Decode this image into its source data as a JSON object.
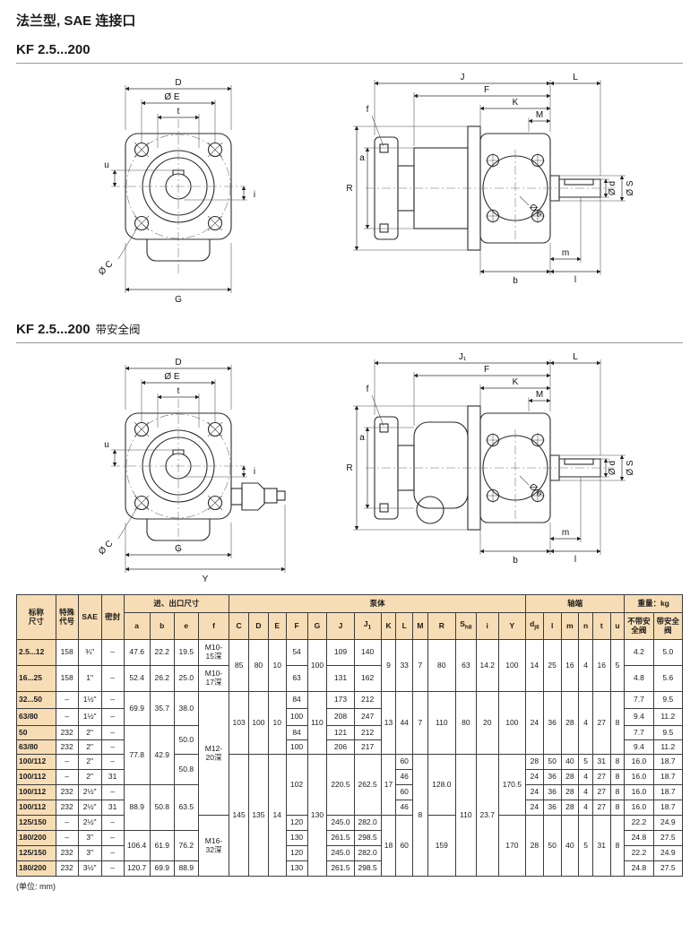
{
  "page": {
    "title": "法兰型, SAE 连接口",
    "footer": "(单位: mm)"
  },
  "colors": {
    "table_header_bg": "#f7ddb5"
  },
  "sections": [
    {
      "title": "KF 2.5...200",
      "suffix": ""
    },
    {
      "title": "KF 2.5...200",
      "suffix": "带安全阀"
    }
  ],
  "dims": {
    "D": "D",
    "OE": "Ø E",
    "t": "t",
    "u": "u",
    "i": "i",
    "OC": "Ø C",
    "G": "G",
    "Y": "Y",
    "J": "J",
    "J1": "J₁",
    "F": "F",
    "K": "K",
    "M": "M",
    "L": "L",
    "f": "f",
    "R": "R",
    "a": "a",
    "Od": "Ø d",
    "OS": "Ø S",
    "Oe": "Ø e",
    "b": "b",
    "m": "m",
    "l": "l"
  },
  "table": {
    "header": [
      [
        {
          "t": "标称\n尺寸",
          "rs": 2
        },
        {
          "t": "特殊\n代号",
          "rs": 2
        },
        {
          "t": "SAE",
          "rs": 2
        },
        {
          "t": "密封",
          "rs": 2
        },
        {
          "t": "进、出口尺寸",
          "cs": 4
        },
        {
          "t": "泵体",
          "cs": 14
        },
        {
          "t": "轴端",
          "cs": 6
        },
        {
          "t": "重量：kg",
          "cs": 2
        }
      ],
      [
        "a",
        "b",
        "e",
        "f",
        "C",
        "D",
        "E",
        "F",
        "G",
        "J",
        {
          "t": "J",
          "sub": "1"
        },
        "K",
        "L",
        "M",
        "R",
        {
          "t": "S",
          "sub": "h8"
        },
        "i",
        "Y",
        {
          "t": "d",
          "sub": "j6"
        },
        "l",
        "m",
        "n",
        "t",
        "u",
        {
          "t": "不带安\n全阀"
        },
        {
          "t": "带安全\n阀"
        }
      ]
    ],
    "rows": [
      [
        {
          "t": "2.5...12",
          "cls": "hl"
        },
        "158",
        "¾\"",
        "–",
        "47.6",
        "22.2",
        "19.5",
        {
          "t": "M10-\n15深"
        },
        {
          "t": "85",
          "rs": 2
        },
        {
          "t": "80",
          "rs": 2
        },
        {
          "t": "10",
          "rs": 2
        },
        "54",
        {
          "t": "100",
          "rs": 2
        },
        "109",
        "140",
        {
          "t": "9",
          "rs": 2
        },
        {
          "t": "33",
          "rs": 2
        },
        {
          "t": "7",
          "rs": 2
        },
        {
          "t": "80",
          "rs": 2
        },
        {
          "t": "63",
          "rs": 2
        },
        {
          "t": "14.2",
          "rs": 2
        },
        {
          "t": "100",
          "rs": 2
        },
        {
          "t": "14",
          "rs": 2
        },
        {
          "t": "25",
          "rs": 2
        },
        {
          "t": "16",
          "rs": 2
        },
        {
          "t": "4",
          "rs": 2
        },
        {
          "t": "16",
          "rs": 2
        },
        {
          "t": "5",
          "rs": 2
        },
        "4.2",
        "5.0"
      ],
      [
        {
          "t": "16...25",
          "cls": "hl"
        },
        "158",
        "1\"",
        "–",
        "52.4",
        "26.2",
        "25.0",
        {
          "t": "M10-\n17深"
        },
        "63",
        "131",
        "162",
        "4.8",
        "5.6"
      ],
      [
        {
          "t": "32...50",
          "cls": "hl"
        },
        "–",
        "1½\"",
        "–",
        {
          "t": "69.9",
          "rs": 2
        },
        {
          "t": "35.7",
          "rs": 2
        },
        {
          "t": "38.0",
          "rs": 2
        },
        {
          "t": "M12-\n20深",
          "rs": 8
        },
        {
          "t": "103",
          "rs": 4
        },
        {
          "t": "100",
          "rs": 4
        },
        {
          "t": "10",
          "rs": 4
        },
        "84",
        {
          "t": "110",
          "rs": 4
        },
        "173",
        "212",
        {
          "t": "13",
          "rs": 4
        },
        {
          "t": "44",
          "rs": 4
        },
        {
          "t": "7",
          "rs": 4
        },
        {
          "t": "110",
          "rs": 4
        },
        {
          "t": "80",
          "rs": 4
        },
        {
          "t": "20",
          "rs": 4
        },
        {
          "t": "100",
          "rs": 4
        },
        {
          "t": "24",
          "rs": 4
        },
        {
          "t": "36",
          "rs": 4
        },
        {
          "t": "28",
          "rs": 4
        },
        {
          "t": "4",
          "rs": 4
        },
        {
          "t": "27",
          "rs": 4
        },
        {
          "t": "8",
          "rs": 4
        },
        "7.7",
        "9.5"
      ],
      [
        {
          "t": "63/80",
          "cls": "hl"
        },
        "–",
        "1½\"",
        "–",
        "100",
        "208",
        "247",
        "9.4",
        "11.2"
      ],
      [
        {
          "t": "50",
          "cls": "hl"
        },
        "232",
        "2\"",
        "–",
        {
          "t": "77.8",
          "rs": 4
        },
        {
          "t": "42.9",
          "rs": 4
        },
        {
          "t": "50.0",
          "rs": 2
        },
        "84",
        "121",
        "212",
        "7.7",
        "9.5"
      ],
      [
        {
          "t": "63/80",
          "cls": "hl"
        },
        "232",
        "2\"",
        "–",
        "100",
        "206",
        "217",
        "9.4",
        "11.2"
      ],
      [
        {
          "t": "100/112",
          "cls": "hl"
        },
        "–",
        "2\"",
        "–",
        {
          "t": "50.8",
          "rs": 2
        },
        {
          "t": "145",
          "rs": 8
        },
        {
          "t": "135",
          "rs": 8
        },
        {
          "t": "14",
          "rs": 8
        },
        {
          "t": "102",
          "rs": 4
        },
        {
          "t": "130",
          "rs": 8
        },
        {
          "t": "220.5",
          "rs": 4
        },
        {
          "t": "262.5",
          "rs": 4
        },
        {
          "t": "17",
          "rs": 4
        },
        "60",
        {
          "t": "8",
          "rs": 8
        },
        {
          "t": "128.0",
          "rs": 4
        },
        {
          "t": "110",
          "rs": 8
        },
        {
          "t": "23.7",
          "rs": 8
        },
        {
          "t": "170.5",
          "rs": 4
        },
        "28",
        "50",
        "40",
        "5",
        "31",
        "8",
        "16.0",
        "18.7"
      ],
      [
        {
          "t": "100/112",
          "cls": "hl"
        },
        "–",
        "2\"",
        "31",
        "46",
        "24",
        "36",
        "28",
        "4",
        "27",
        "8",
        "16.0",
        "18.7"
      ],
      [
        {
          "t": "100/112",
          "cls": "hl"
        },
        "232",
        "2½\"",
        "–",
        {
          "t": "88.9",
          "rs": 3
        },
        {
          "t": "50.8",
          "rs": 3
        },
        {
          "t": "63.5",
          "rs": 3
        },
        "60",
        "24",
        "36",
        "28",
        "4",
        "27",
        "8",
        "16.0",
        "18.7"
      ],
      [
        {
          "t": "100/112",
          "cls": "hl"
        },
        "232",
        "2½\"",
        "31",
        "46",
        "24",
        "36",
        "28",
        "4",
        "27",
        "8",
        "16.0",
        "18.7"
      ],
      [
        {
          "t": "125/150",
          "cls": "hl"
        },
        "–",
        "2½\"",
        "–",
        {
          "t": "M16-\n32深",
          "rs": 4
        },
        "120",
        "245.0",
        "282.0",
        {
          "t": "18",
          "rs": 4
        },
        {
          "t": "60",
          "rs": 4
        },
        {
          "t": "159",
          "rs": 4
        },
        {
          "t": "170",
          "rs": 4
        },
        {
          "t": "28",
          "rs": 4
        },
        {
          "t": "50",
          "rs": 4
        },
        {
          "t": "40",
          "rs": 4
        },
        {
          "t": "5",
          "rs": 4
        },
        {
          "t": "31",
          "rs": 4
        },
        {
          "t": "8",
          "rs": 4
        },
        "22.2",
        "24.9"
      ],
      [
        {
          "t": "180/200",
          "cls": "hl"
        },
        "–",
        "3\"",
        "–",
        {
          "t": "106.4",
          "rs": 2
        },
        {
          "t": "61.9",
          "rs": 2
        },
        {
          "t": "76.2",
          "rs": 2
        },
        "130",
        "261.5",
        "298.5",
        "24.8",
        "27.5"
      ],
      [
        {
          "t": "125/150",
          "cls": "hl"
        },
        "232",
        "3\"",
        "–",
        "120",
        "245.0",
        "282.0",
        "22.2",
        "24.9"
      ],
      [
        {
          "t": "180/200",
          "cls": "hl"
        },
        "232",
        "3½\"",
        "–",
        "120.7",
        "69.9",
        "88.9",
        "130",
        "261.5",
        "298.5",
        "24.8",
        "27.5"
      ]
    ]
  }
}
